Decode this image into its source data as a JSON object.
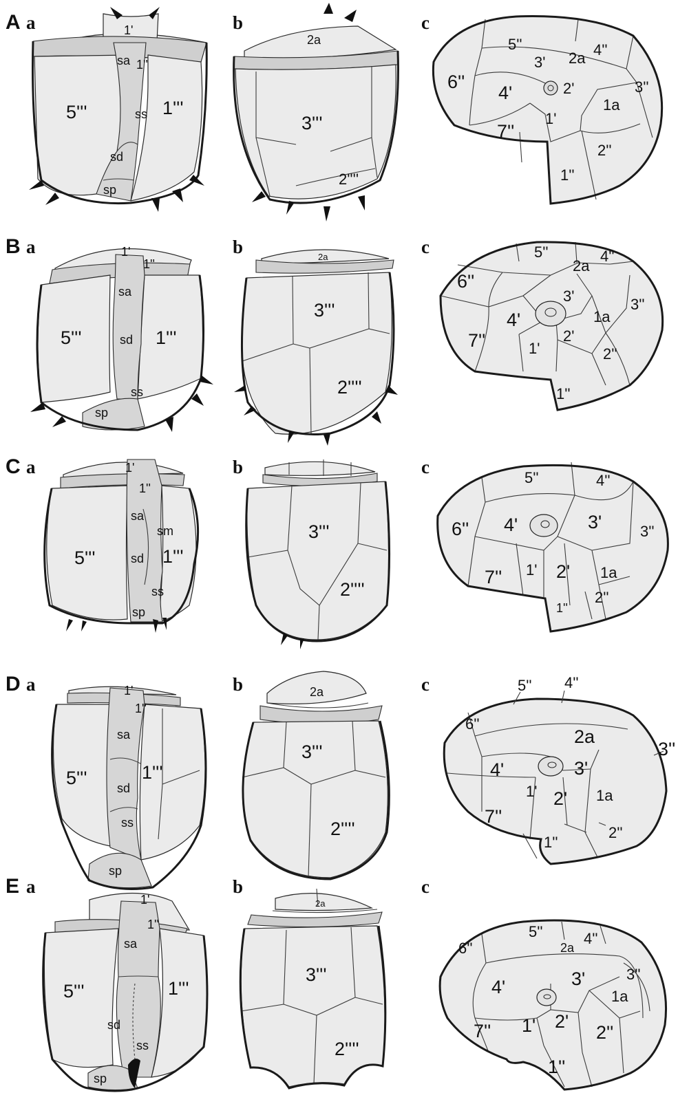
{
  "rows": [
    {
      "letter": "A",
      "panels": {
        "a": "a",
        "b": "b",
        "c": "c"
      },
      "a_labels": [
        "1'",
        "1''",
        "sa",
        "5'''",
        "1'''",
        "ss",
        "sd",
        "sp"
      ],
      "b_labels": [
        "2a",
        "3'''",
        "2''''"
      ],
      "c_labels": [
        "5''",
        "4''",
        "2a",
        "3'",
        "6''",
        "4'",
        "2'",
        "3''",
        "1a",
        "7''",
        "1'",
        "2''",
        "1''"
      ]
    },
    {
      "letter": "B",
      "panels": {
        "a": "a",
        "b": "b",
        "c": "c"
      },
      "a_labels": [
        "1'",
        "1''",
        "sa",
        "5'''",
        "1'''",
        "sd",
        "ss",
        "sp"
      ],
      "b_labels": [
        "2a",
        "3'''",
        "2''''"
      ],
      "c_labels": [
        "5''",
        "4''",
        "2a",
        "6''",
        "3'",
        "4'",
        "1a",
        "3''",
        "2'",
        "7''",
        "1'",
        "2''",
        "1''"
      ]
    },
    {
      "letter": "C",
      "panels": {
        "a": "a",
        "b": "b",
        "c": "c"
      },
      "a_labels": [
        "1'",
        "1''",
        "sa",
        "sm",
        "5'''",
        "1'''",
        "sd",
        "ss",
        "sp"
      ],
      "b_labels": [
        "3'''",
        "2''''"
      ],
      "c_labels": [
        "5''",
        "4''",
        "6''",
        "4'",
        "3'",
        "3''",
        "1'",
        "2'",
        "1a",
        "7''",
        "2''",
        "1''"
      ]
    },
    {
      "letter": "D",
      "panels": {
        "a": "a",
        "b": "b",
        "c": "c"
      },
      "a_labels": [
        "1'",
        "1''",
        "sa",
        "5'''",
        "1'''",
        "sd",
        "ss",
        "sp"
      ],
      "b_labels": [
        "2a",
        "3'''",
        "2''''"
      ],
      "c_labels": [
        "5''",
        "4''",
        "6''",
        "2a",
        "3''",
        "4'",
        "3'",
        "1'",
        "2'",
        "1a",
        "7''",
        "2''",
        "1''"
      ]
    },
    {
      "letter": "E",
      "panels": {
        "a": "a",
        "b": "b",
        "c": "c"
      },
      "a_labels": [
        "1'",
        "1''",
        "sa",
        "5'''",
        "1'''",
        "sd",
        "ss",
        "sp"
      ],
      "b_labels": [
        "2a",
        "3'''",
        "2''''"
      ],
      "c_labels": [
        "5''",
        "4''",
        "6''",
        "2a",
        "3''",
        "4'",
        "3'",
        "1a",
        "7''",
        "1'",
        "2'",
        "2''",
        "1''"
      ]
    }
  ]
}
